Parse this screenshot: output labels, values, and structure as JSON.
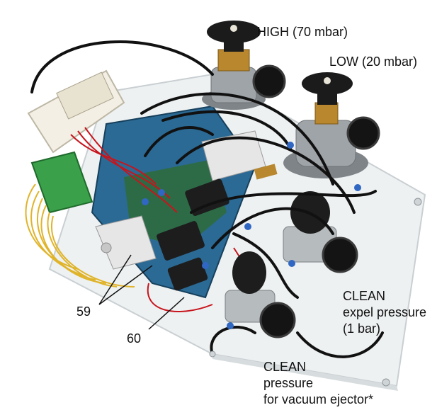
{
  "labels": {
    "high": "HIGH (70 mbar)",
    "low": "LOW (20 mbar)",
    "clean_expel": [
      "CLEAN",
      "expel pressure",
      "(1 bar)"
    ],
    "clean_vacuum": [
      "CLEAN",
      "pressure",
      "for vacuum ejector*"
    ],
    "callout_59": "59",
    "callout_60": "60"
  },
  "colors": {
    "background": "#ffffff",
    "acrylic_plate": "#eef1f2",
    "regulator_body": "#9fa4a8",
    "knob": "#1b1b1b",
    "brass": "#b8872e",
    "gauge": "#141414",
    "pcb": "#2b6a95",
    "terminal_block": "#3aa14a",
    "wire_red": "#c8141c",
    "wire_yellow": "#e0b42a",
    "tubing": "#111111",
    "solenoid": "#1d1d1d"
  }
}
